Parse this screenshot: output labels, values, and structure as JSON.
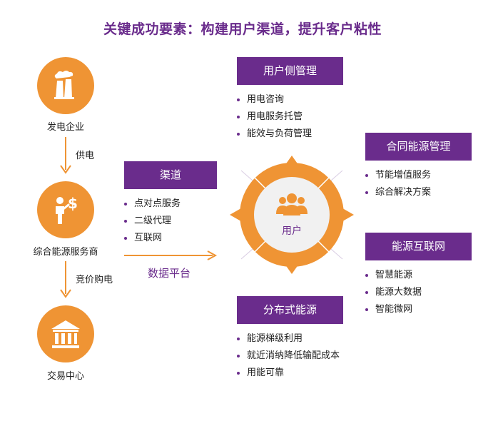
{
  "title": "关键成功要素：构建用户渠道，提升客户粘性",
  "colors": {
    "purple": "#6a2c8c",
    "orange": "#ef9434",
    "light_purple": "#a77cc1"
  },
  "left_chain": {
    "nodes": [
      {
        "label": "发电企业",
        "icon": "factory-icon"
      },
      {
        "label": "综合能源服务商",
        "icon": "businessman-dollar-icon"
      },
      {
        "label": "交易中心",
        "icon": "bank-building-icon"
      }
    ],
    "edges": [
      "供电",
      "竞价购电"
    ]
  },
  "channel": {
    "header": "渠道",
    "items": [
      "点对点服务",
      "二级代理",
      "互联网"
    ],
    "platform_label": "数据平台"
  },
  "center": {
    "label": "用户",
    "icon": "users-group-icon"
  },
  "panels": {
    "user_side": {
      "header": "用户侧管理",
      "items": [
        "用电咨询",
        "用电服务托管",
        "能效与负荷管理"
      ]
    },
    "contract": {
      "header": "合同能源管理",
      "items": [
        "节能增值服务",
        "综合解决方案"
      ]
    },
    "internet": {
      "header": "能源互联网",
      "items": [
        "智慧能源",
        "能源大数据",
        "智能微网"
      ]
    },
    "distributed": {
      "header": "分布式能源",
      "items": [
        "能源梯级利用",
        "就近消纳降低输配成本",
        "用能可靠"
      ]
    }
  }
}
